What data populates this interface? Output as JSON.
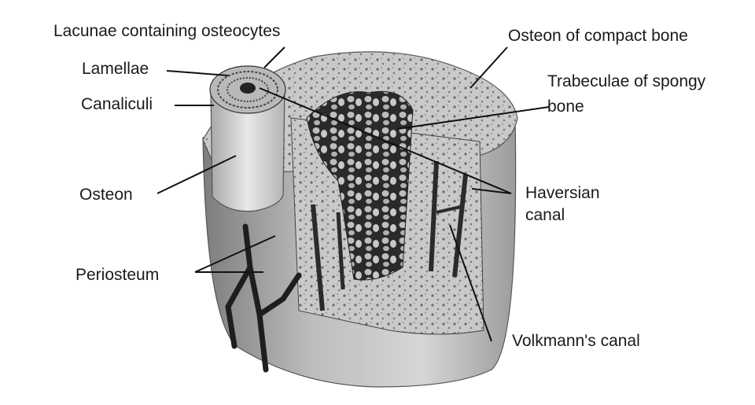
{
  "labels": {
    "lacunae": "Lacunae containing osteocytes",
    "lamellae": "Lamellae",
    "canaliculi": "Canaliculi",
    "osteon": "Osteon",
    "periosteum": "Periosteum",
    "osteon_compact": "Osteon of compact bone",
    "trabeculae_line1": "Trabeculae of spongy",
    "trabeculae_line2": "bone",
    "haversian_line1": "Haversian",
    "haversian_line2": "canal",
    "volkmann": "Volkmann's canal"
  },
  "colors": {
    "background": "#ffffff",
    "bone_light": "#d9d9d9",
    "bone_mid": "#9a9a9a",
    "bone_dark": "#3a3a3a",
    "leader_line": "#111111"
  }
}
